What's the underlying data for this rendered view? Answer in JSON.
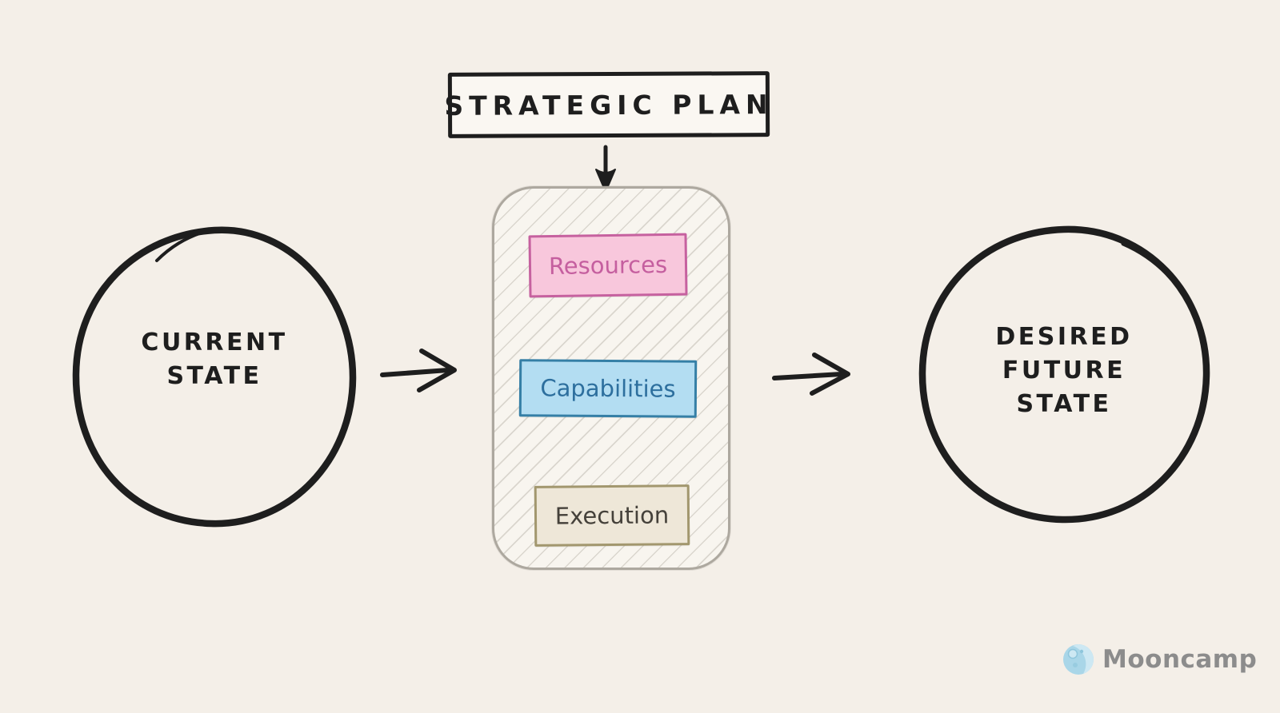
{
  "diagram": {
    "title_box": {
      "label": "STRATEGIC PLAN"
    },
    "left_node": {
      "label": "CURRENT STATE",
      "lines": [
        "CURRENT",
        "STATE"
      ]
    },
    "right_node": {
      "label": "DESIRED FUTURE STATE",
      "lines": [
        "DESIRED",
        "FUTURE",
        "STATE"
      ]
    },
    "plan_container": {
      "components": [
        {
          "label": "Resources",
          "fill": "#F8C7DC",
          "border": "#C6619F",
          "text_color": "#C55F9F"
        },
        {
          "label": "Capabilities",
          "fill": "#B3DDF2",
          "border": "#357FA6",
          "text_color": "#2D6F9E"
        },
        {
          "label": "Execution",
          "fill": "#EEE7D8",
          "border": "#A2976E",
          "text_color": "#45413A"
        }
      ]
    },
    "arrows": [
      {
        "name": "arrow-down",
        "from": "strategic-plan",
        "to": "plan-container"
      },
      {
        "name": "arrow-right",
        "from": "current-state",
        "to": "plan-container"
      },
      {
        "name": "arrow-right",
        "from": "plan-container",
        "to": "desired-future-state"
      }
    ],
    "colors": {
      "background": "#F4EFE8",
      "ink": "#1E1E1E",
      "container_border": "#ADA89F",
      "container_fill": "#F8F5EF",
      "hatch_line": "#DAD6CE"
    }
  },
  "branding": {
    "logo_text": "Mooncamp",
    "logo_icon": "moon-icon",
    "text_color": "#8C8C8C",
    "moon_base": "#A9D6E8",
    "moon_light": "#CDE8F3"
  }
}
